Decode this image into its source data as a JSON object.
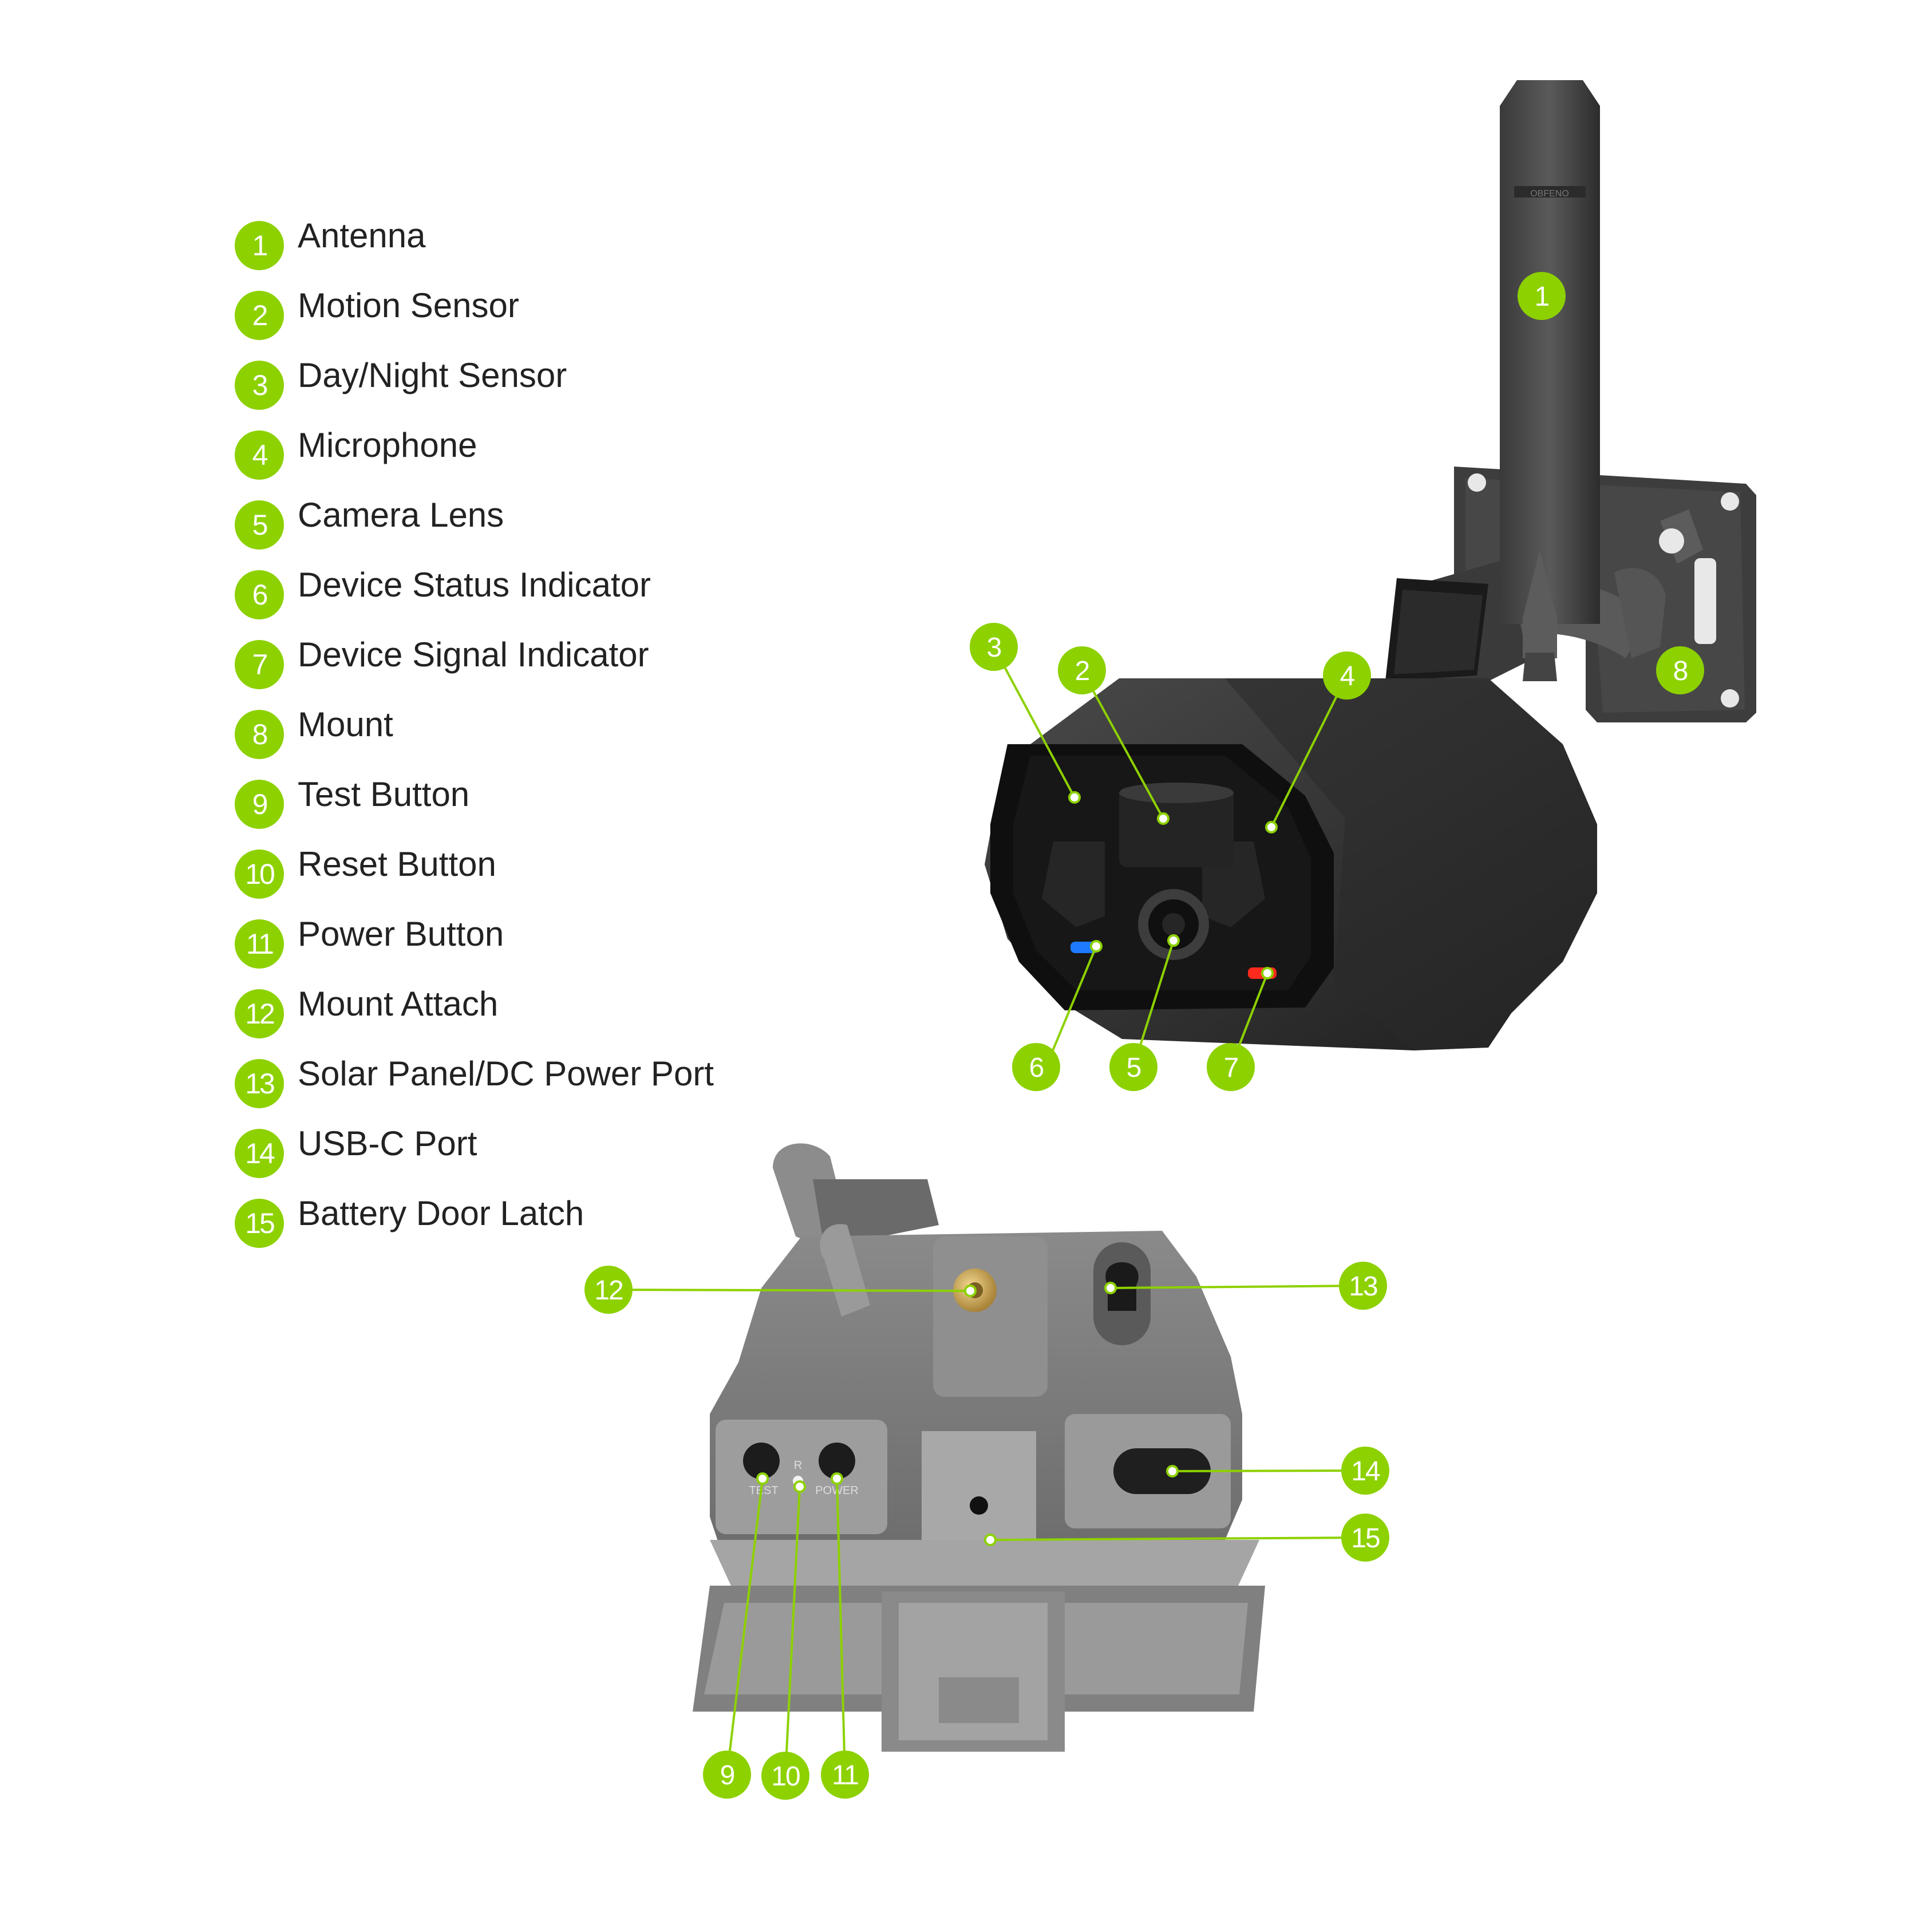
{
  "accent_color": "#8dd100",
  "brand_text": "OBFENO",
  "legend": [
    {
      "number": "1",
      "label": "Antenna"
    },
    {
      "number": "2",
      "label": "Motion Sensor"
    },
    {
      "number": "3",
      "label": "Day/Night Sensor"
    },
    {
      "number": "4",
      "label": "Microphone"
    },
    {
      "number": "5",
      "label": "Camera Lens"
    },
    {
      "number": "6",
      "label": "Device Status Indicator"
    },
    {
      "number": "7",
      "label": "Device Signal Indicator"
    },
    {
      "number": "8",
      "label": "Mount"
    },
    {
      "number": "9",
      "label": "Test Button"
    },
    {
      "number": "10",
      "label": "Reset Button"
    },
    {
      "number": "11",
      "label": "Power Button"
    },
    {
      "number": "12",
      "label": "Mount Attach"
    },
    {
      "number": "13",
      "label": "Solar Panel/DC Power Port"
    },
    {
      "number": "14",
      "label": "USB-C Port"
    },
    {
      "number": "15",
      "label": "Battery Door Latch"
    }
  ],
  "back_labels": {
    "test": "TEST",
    "reset": "R",
    "power": "POWER"
  },
  "callout_numbers": [
    "1",
    "2",
    "3",
    "4",
    "5",
    "6",
    "7",
    "8",
    "9",
    "10",
    "11",
    "12",
    "13",
    "14",
    "15"
  ]
}
